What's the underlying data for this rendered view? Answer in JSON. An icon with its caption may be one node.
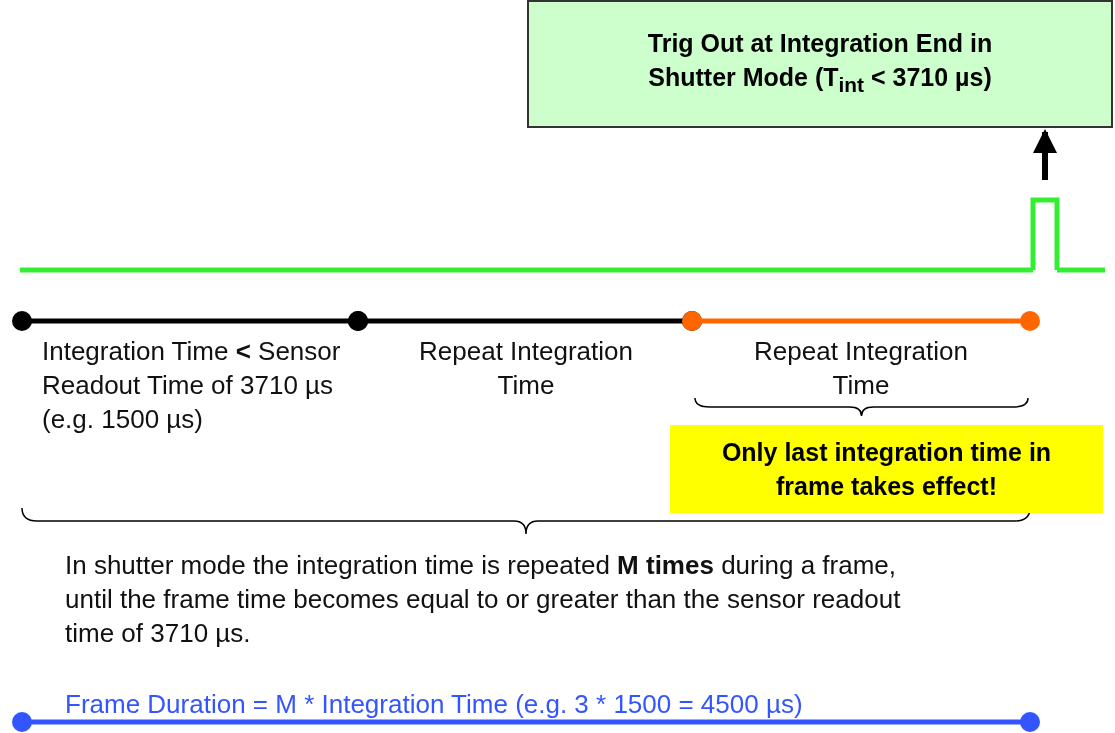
{
  "diagram": {
    "nodes": [
      {
        "text": [
          "Trig Out at Integration End in Shutter Mode (T$_{int}$ < 3710 µs)"
        ]
      },
      {
        "text": [],
        "shape": "pulse"
      },
      {
        "text": [
          "Only last integration time in frame takes effect!"
        ]
      }
    ],
    "edges": [
      {
        "from": 1,
        "to": 0,
        "arrow": "to"
      }
    ],
    "labels": [
      "Integration Time **<** Sensor Readout Time of 3710 µs (e.g. 1500 µs)",
      "Repeat Integration Time",
      "Repeat Integration Time",
      "In shutter mode the integration time is repeated **M times** during a frame, until the frame time becomes equal to or greater than the sensor readout time of 3710 µs.",
      "Frame Duration = M * Integration Time (e.g. 3 * 1500 = 4500 µs)"
    ]
  }
}
